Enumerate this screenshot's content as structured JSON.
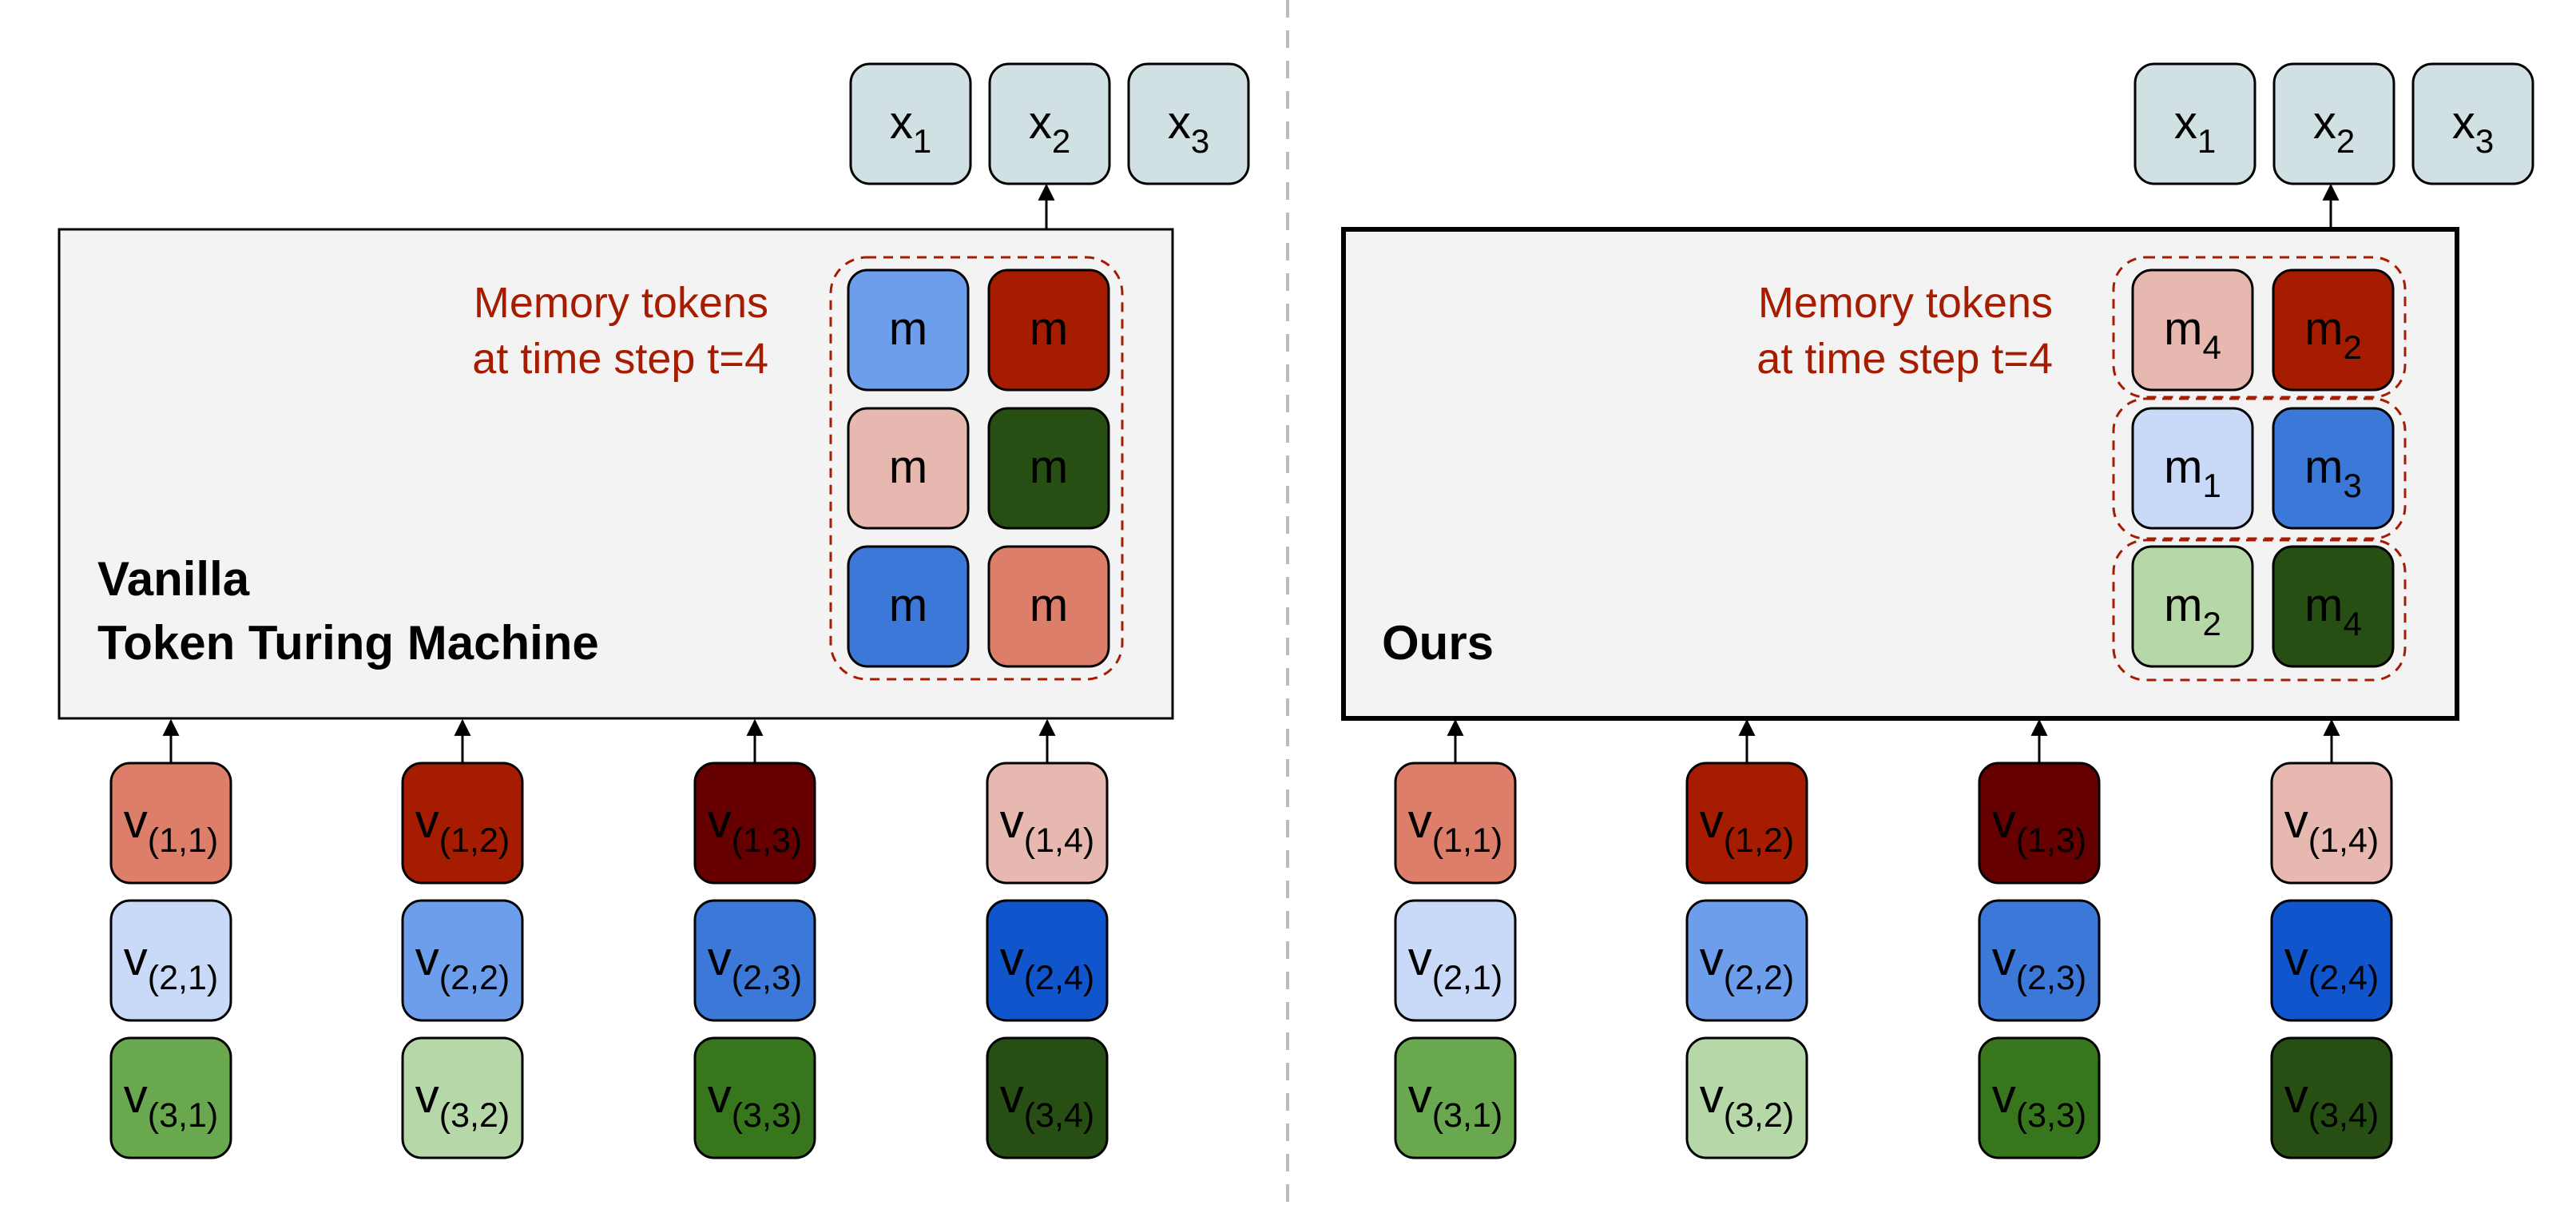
{
  "outputs": [
    {
      "base": "x",
      "sub": "1"
    },
    {
      "base": "x",
      "sub": "2"
    },
    {
      "base": "x",
      "sub": "3"
    }
  ],
  "left_panel": {
    "title_line1": "Vanilla",
    "title_line2": "Token Turing Machine",
    "memory_label_line1": "Memory tokens",
    "memory_label_line2": "at time step t=4",
    "memory_tokens": [
      {
        "base": "m",
        "sub": "",
        "color": "#6d9eeb"
      },
      {
        "base": "m",
        "sub": "",
        "color": "#a61c00"
      },
      {
        "base": "m",
        "sub": "",
        "color": "#e6b8af"
      },
      {
        "base": "m",
        "sub": "",
        "color": "#274e13"
      },
      {
        "base": "m",
        "sub": "",
        "color": "#3c78d8"
      },
      {
        "base": "m",
        "sub": "",
        "color": "#dd7e6b"
      }
    ]
  },
  "right_panel": {
    "title": "Ours",
    "memory_label_line1": "Memory tokens",
    "memory_label_line2": "at time step t=4",
    "memory_tokens": [
      {
        "base": "m",
        "sub": "4",
        "color": "#e6b8af"
      },
      {
        "base": "m",
        "sub": "2",
        "color": "#a61c00"
      },
      {
        "base": "m",
        "sub": "1",
        "color": "#c9daf8"
      },
      {
        "base": "m",
        "sub": "3",
        "color": "#3c78d8"
      },
      {
        "base": "m",
        "sub": "2",
        "color": "#b6d7a8"
      },
      {
        "base": "m",
        "sub": "4",
        "color": "#274e13"
      }
    ]
  },
  "input_tokens": [
    {
      "base": "v",
      "sub": "(1,1)",
      "color": "#dd7e6b"
    },
    {
      "base": "v",
      "sub": "(1,2)",
      "color": "#a61c00"
    },
    {
      "base": "v",
      "sub": "(1,3)",
      "color": "#660000"
    },
    {
      "base": "v",
      "sub": "(1,4)",
      "color": "#e6b8af"
    },
    {
      "base": "v",
      "sub": "(2,1)",
      "color": "#c9daf8"
    },
    {
      "base": "v",
      "sub": "(2,2)",
      "color": "#6d9eeb"
    },
    {
      "base": "v",
      "sub": "(2,3)",
      "color": "#3c78d8"
    },
    {
      "base": "v",
      "sub": "(2,4)",
      "color": "#1155cc"
    },
    {
      "base": "v",
      "sub": "(3,1)",
      "color": "#6aa84f"
    },
    {
      "base": "v",
      "sub": "(3,2)",
      "color": "#b6d7a8"
    },
    {
      "base": "v",
      "sub": "(3,3)",
      "color": "#38761d"
    },
    {
      "base": "v",
      "sub": "(3,4)",
      "color": "#274e13"
    }
  ],
  "colors": {
    "memory_label": "#a61c00",
    "output_fill": "#d0e0e3",
    "panel_fill": "#f3f3f3",
    "divider": "#bbbbbb"
  }
}
